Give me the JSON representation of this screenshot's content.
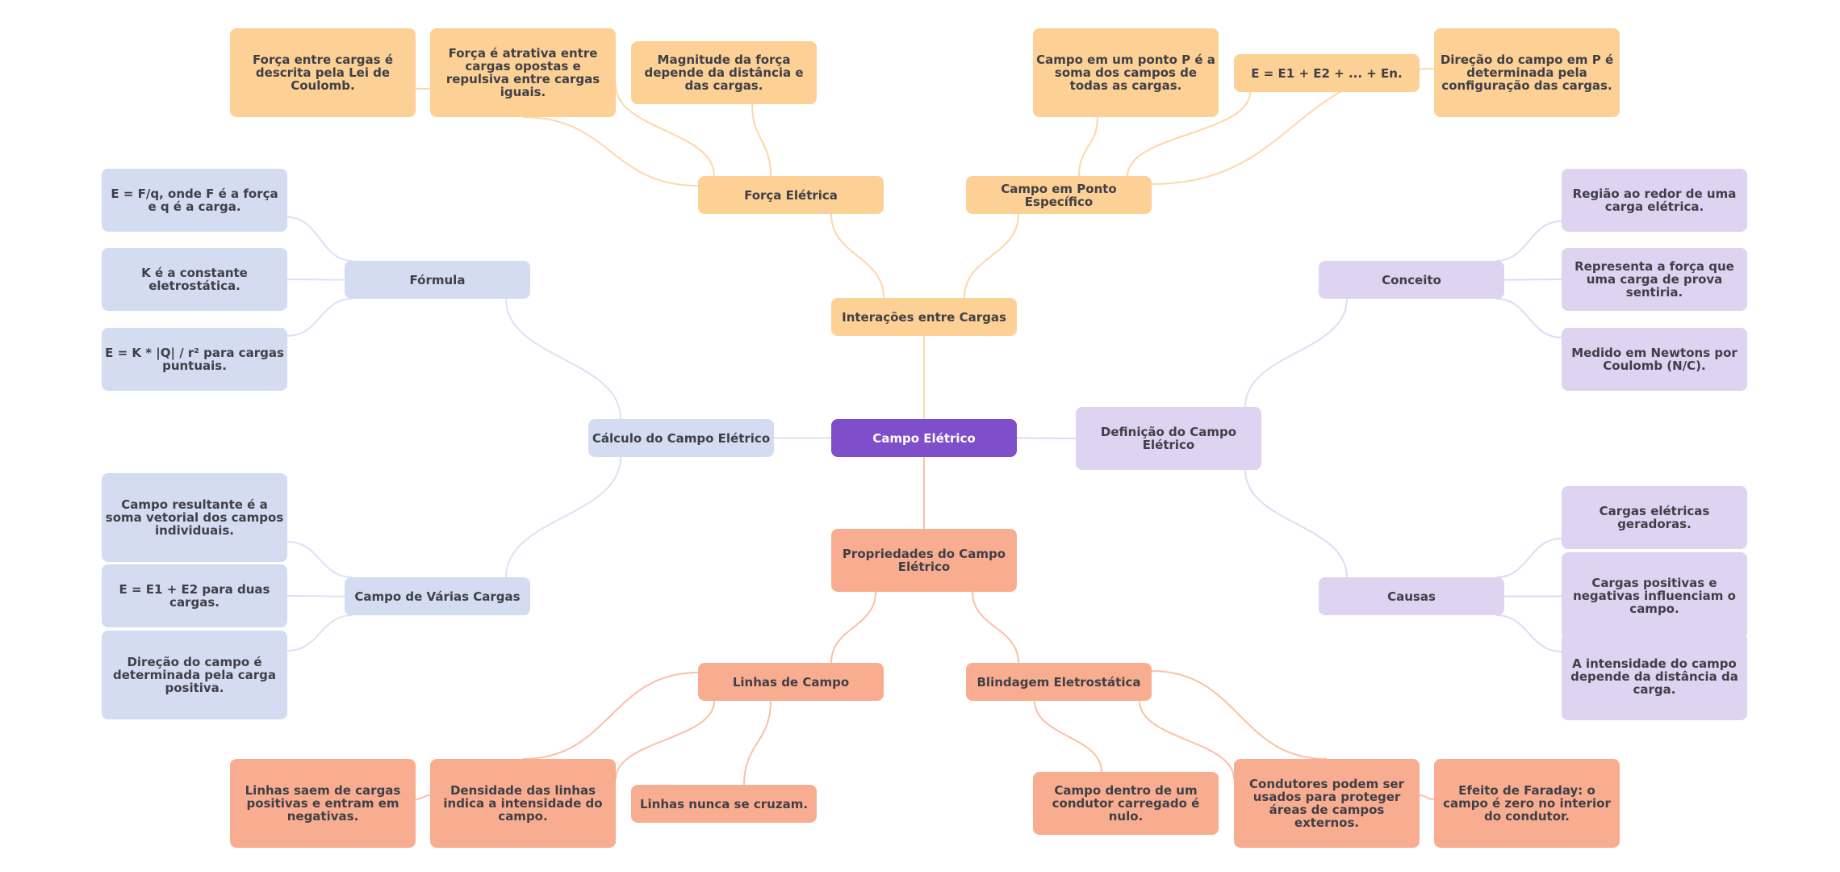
{
  "root": {
    "label": "Campo Elétrico",
    "color": "#7f4fcb"
  },
  "branches": [
    {
      "label": "Interações entre Cargas",
      "color": "#fdd095",
      "line": "#fdd7a8",
      "children": [
        {
          "label": "Força Elétrica",
          "children": [
            "Força entre cargas é descrita pela Lei de Coulomb.",
            "Força é atrativa entre cargas opostas e repulsiva entre cargas iguais.",
            "Magnitude da força depende da distância e das cargas."
          ]
        },
        {
          "label": "Campo em Ponto Específico",
          "children": [
            "Campo em um ponto P é a soma dos campos de todas as cargas.",
            "E = E1 + E2 + ... + En.",
            "Direção do campo em P é determinada pela configuração das cargas."
          ]
        }
      ]
    },
    {
      "label": "Cálculo do Campo Elétrico",
      "color": "#d4dcf1",
      "line": "#dbe2f4",
      "children": [
        {
          "label": "Fórmula",
          "children": [
            "E = F/q, onde F é a força e q é a carga.",
            "K é a constante eletrostática.",
            "E = K * |Q| / r² para cargas puntuais."
          ]
        },
        {
          "label": "Campo de Várias Cargas",
          "children": [
            "Campo resultante é a soma vetorial dos campos individuais.",
            "E = E1 + E2 para duas cargas.",
            "Direção do campo é determinada pela carga positiva."
          ]
        }
      ]
    },
    {
      "label": "Definição do Campo Elétrico",
      "color": "#ded3f1",
      "line": "#e2d9f4",
      "children": [
        {
          "label": "Conceito",
          "children": [
            "Região ao redor de uma carga elétrica.",
            "Representa a força que uma carga de prova sentiria.",
            "Medido em Newtons por Coulomb (N/C)."
          ]
        },
        {
          "label": "Causas",
          "children": [
            "Cargas elétricas geradoras.",
            "Cargas positivas e negativas influenciam o campo.",
            "A intensidade do campo depende da distância da carga."
          ]
        }
      ]
    },
    {
      "label": "Propriedades do Campo Elétrico",
      "color": "#f9ad90",
      "line": "#fbbfa6",
      "children": [
        {
          "label": "Linhas de Campo",
          "children": [
            "Linhas saem de cargas positivas e entram em negativas.",
            "Densidade das linhas indica a intensidade do campo.",
            "Linhas nunca se cruzam."
          ]
        },
        {
          "label": "Blindagem Eletrostática",
          "children": [
            "Campo dentro de um condutor carregado é nulo.",
            "Condutores podem ser usados para proteger áreas de campos externos.",
            "Efeito de Faraday: o campo é zero no interior do condutor."
          ]
        }
      ]
    }
  ]
}
